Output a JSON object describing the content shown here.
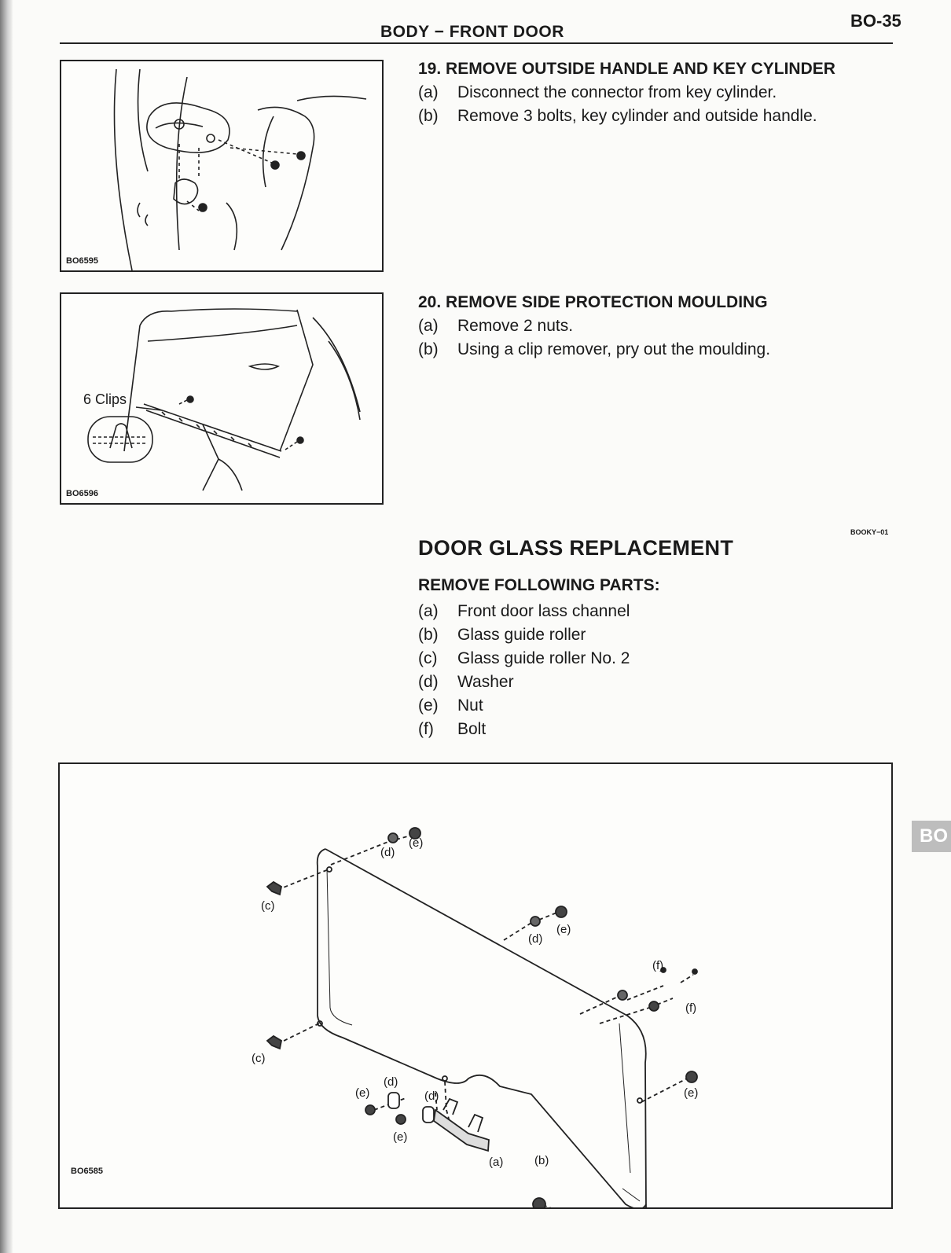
{
  "header": {
    "title": "BODY − FRONT DOOR",
    "page_number": "BO-35"
  },
  "side_tab": "BO",
  "figures": {
    "fig1": {
      "id": "BO6595"
    },
    "fig2": {
      "id": "BO6596",
      "label": "6 Clips"
    },
    "fig3": {
      "id": "BO6585",
      "labels": {
        "a": "(a)",
        "b": "(b)",
        "c": "(c)",
        "d": "(d)",
        "e": "(e)",
        "f": "(f)"
      }
    }
  },
  "step19": {
    "title": "19. REMOVE OUTSIDE HANDLE AND KEY CYLINDER",
    "items": [
      {
        "label": "(a)",
        "text": "Disconnect the connector from key cylinder."
      },
      {
        "label": "(b)",
        "text": "Remove 3 bolts, key cylinder and outside handle."
      }
    ]
  },
  "step20": {
    "title": "20. REMOVE SIDE PROTECTION MOULDING",
    "items": [
      {
        "label": "(a)",
        "text": "Remove 2 nuts."
      },
      {
        "label": "(b)",
        "text": "Using a clip remover, pry out the moulding."
      }
    ]
  },
  "section": {
    "title": "DOOR GLASS REPLACEMENT",
    "code": "BOOKY−01",
    "subheading": "REMOVE FOLLOWING PARTS:",
    "parts": [
      {
        "label": "(a)",
        "text": "Front door lass channel"
      },
      {
        "label": "(b)",
        "text": "Glass guide roller"
      },
      {
        "label": "(c)",
        "text": "Glass guide roller No. 2"
      },
      {
        "label": "(d)",
        "text": "Washer"
      },
      {
        "label": "(e)",
        "text": "Nut"
      },
      {
        "label": "(f)",
        "text": "Bolt"
      }
    ]
  }
}
